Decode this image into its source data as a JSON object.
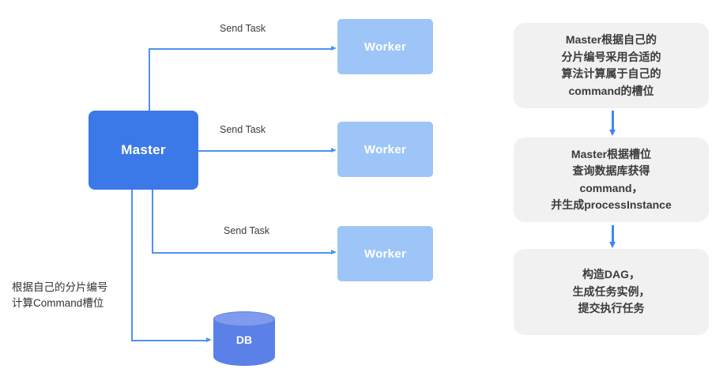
{
  "colors": {
    "master_fill": "#3c79e8",
    "worker_fill": "#9ec5f8",
    "db_fill": "#5b80e8",
    "db_top_fill": "#7e9bee",
    "connector": "#4d93f2",
    "flow_arrow": "#3e86f7",
    "step_fill": "#f1f1f1",
    "text_dark": "#3b3b3b"
  },
  "left_diagram": {
    "master_label": "Master",
    "workers": [
      {
        "label": "Worker"
      },
      {
        "label": "Worker"
      },
      {
        "label": "Worker"
      }
    ],
    "db_label": "DB",
    "send_task_labels": [
      "Send Task",
      "Send Task",
      "Send Task"
    ],
    "annotation": "根据自己的分片编号\n计算Command槽位"
  },
  "flowchart": {
    "steps": [
      {
        "text": "Master根据自己的\n分片编号采用合适的\n算法计算属于自己的\ncommand的槽位"
      },
      {
        "text": "Master根据槽位\n查询数据库获得\ncommand，\n并生成processInstance"
      },
      {
        "text": "构造DAG，\n生成任务实例，\n提交执行任务"
      }
    ]
  }
}
